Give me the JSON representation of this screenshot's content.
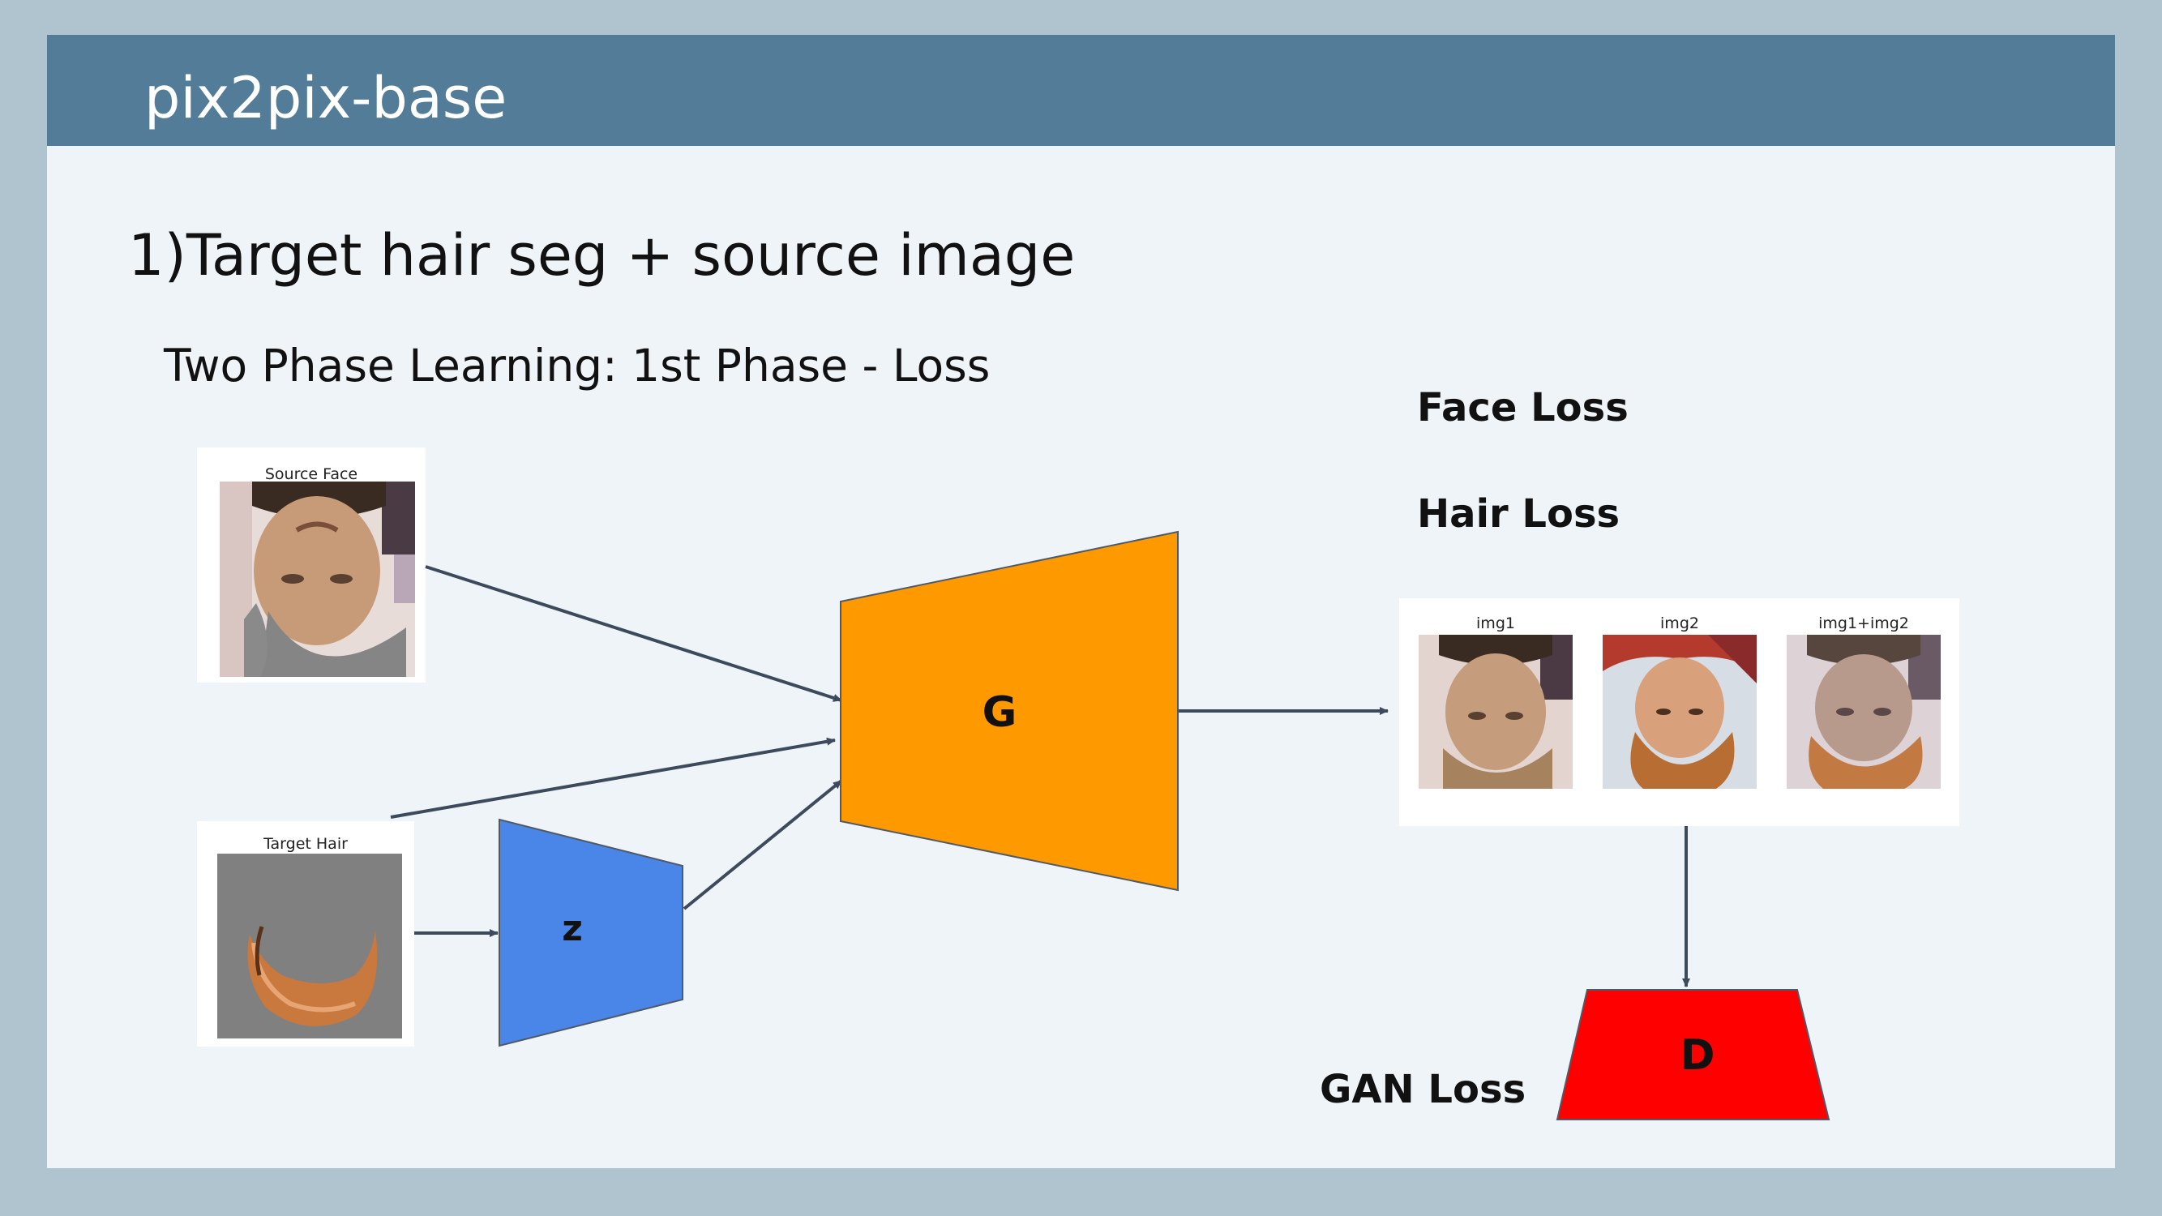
{
  "header": {
    "title": "pix2pix-base"
  },
  "heading": "1)Target hair seg + source image",
  "subheading": "Two Phase Learning: 1st Phase - Loss",
  "losses": {
    "face": "Face Loss",
    "hair": "Hair Loss",
    "gan": "GAN Loss"
  },
  "blocks": {
    "generator": {
      "label": "G",
      "color": "#ff9900"
    },
    "encoder": {
      "label": "z",
      "color": "#4a86e8"
    },
    "discriminator": {
      "label": "D",
      "color": "#ff0000"
    }
  },
  "inputs": {
    "source_face": {
      "caption": "Source Face"
    },
    "target_hair": {
      "caption": "Target Hair"
    }
  },
  "outputs": {
    "captions": [
      "img1",
      "img2",
      "img1+img2"
    ]
  },
  "colors": {
    "header": "#527c98",
    "arrow": "#3d4a5c",
    "background": "#afc4cf",
    "slide": "#eff4f8"
  }
}
